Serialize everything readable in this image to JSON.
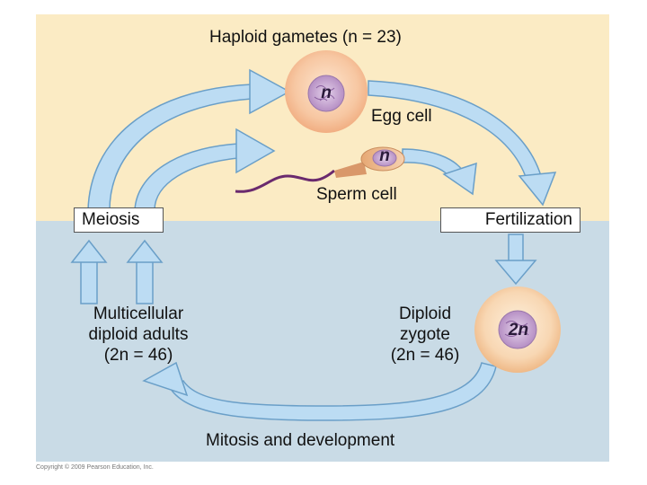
{
  "title": "Haploid gametes (n = 23)",
  "egg_label": "Egg cell",
  "sperm_label": "Sperm cell",
  "egg_nucleus_label": "n",
  "sperm_nucleus_label": "n",
  "meiosis_label": "Meiosis",
  "fertilization_label": "Fertilization",
  "adults_label": [
    "Multicellular",
    "diploid adults",
    "(2n = 46)"
  ],
  "zygote_label": [
    "Diploid",
    "zygote",
    "(2n = 46)"
  ],
  "zygote_nucleus_label": "2n",
  "mitosis_label": "Mitosis and development",
  "copyright": "Copyright © 2009 Pearson Education, Inc.",
  "colors": {
    "haploid_band": "#fbebc4",
    "diploid_band": "#c9dbe6",
    "arrow_fill": "#bcdcf3",
    "arrow_stroke": "#6a9fc8",
    "cell_fill": "#f6c4a0",
    "nucleus_fill": "#c9a8d4"
  }
}
